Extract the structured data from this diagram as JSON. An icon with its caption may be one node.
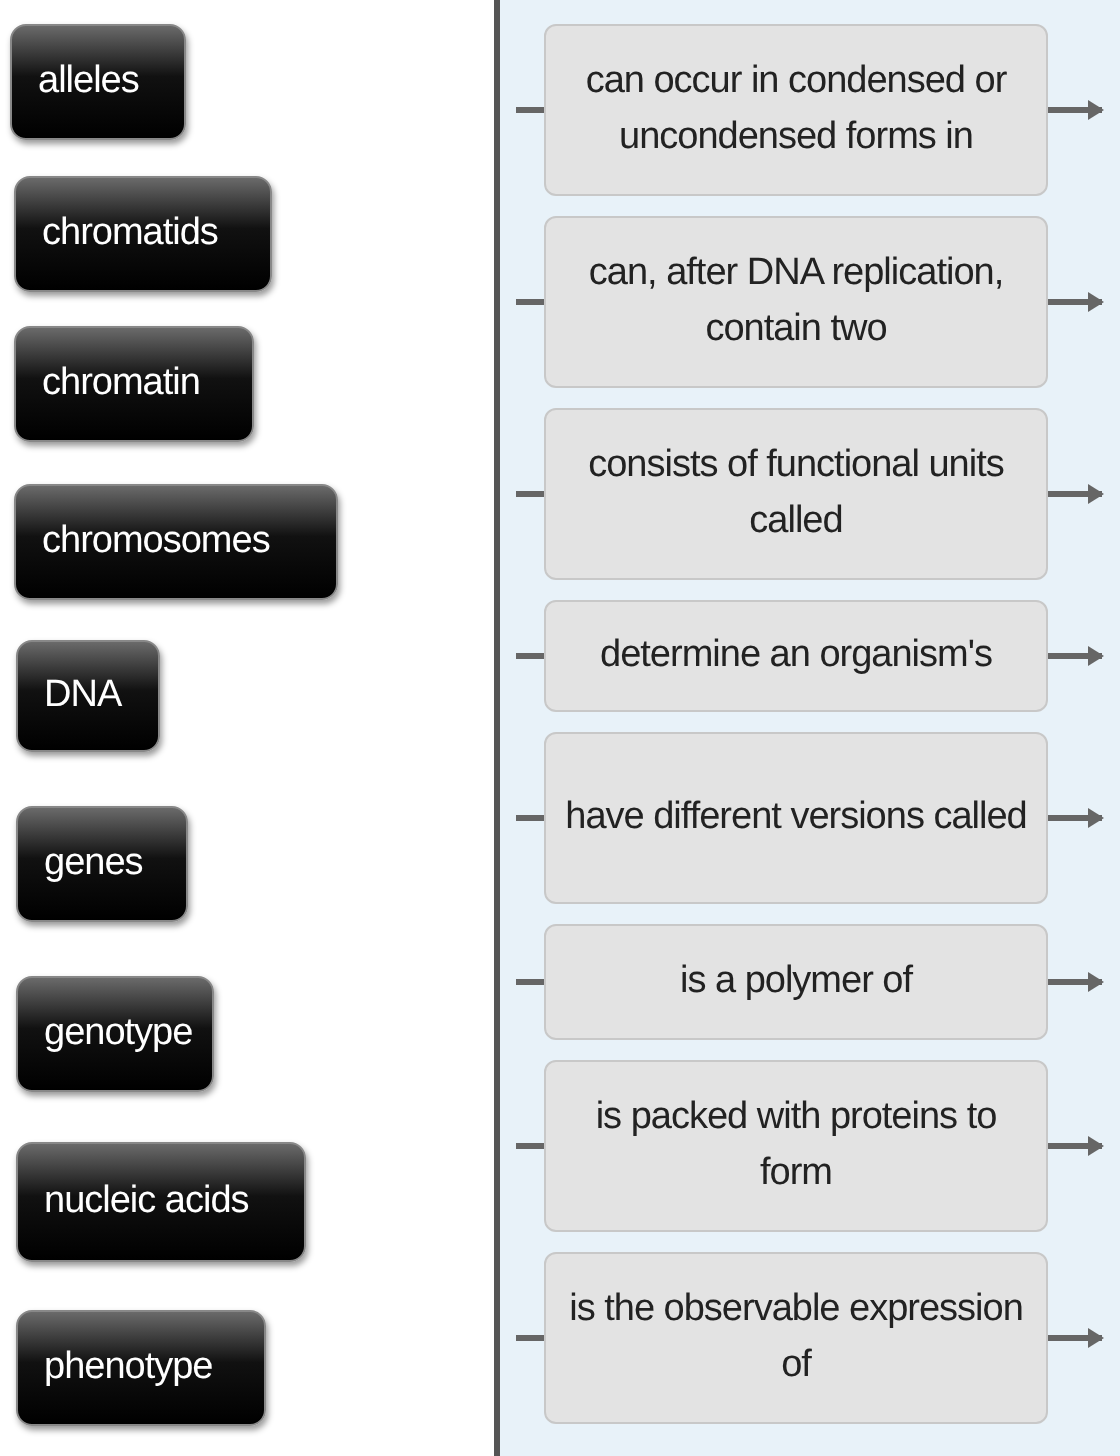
{
  "diagram": {
    "nodes": [
      {
        "text": [
          "alleles"
        ]
      },
      {
        "text": [
          "chromatids"
        ]
      },
      {
        "text": [
          "chromatin"
        ]
      },
      {
        "text": [
          "chromosomes"
        ]
      },
      {
        "text": [
          "DNA"
        ]
      },
      {
        "text": [
          "genes"
        ]
      },
      {
        "text": [
          "genotype"
        ]
      },
      {
        "text": [
          "nucleic acids"
        ]
      },
      {
        "text": [
          "phenotype"
        ]
      },
      {
        "text": [
          "can occur in condensed or uncondensed forms in"
        ]
      },
      {
        "text": [
          "can, after DNA replication, contain two"
        ]
      },
      {
        "text": [
          "consists of functional units called"
        ]
      },
      {
        "text": [
          "determine an organism's"
        ]
      },
      {
        "text": [
          "have different versions called"
        ]
      },
      {
        "text": [
          "is a polymer of"
        ]
      },
      {
        "text": [
          "is packed with proteins to form"
        ]
      },
      {
        "text": [
          "is the observable expression of"
        ]
      }
    ],
    "edges": [
      {
        "from": null,
        "to": 9,
        "arrow": "none"
      },
      {
        "from": 9,
        "to": null,
        "arrow": "to"
      },
      {
        "from": null,
        "to": 10,
        "arrow": "none"
      },
      {
        "from": 10,
        "to": null,
        "arrow": "to"
      },
      {
        "from": null,
        "to": 11,
        "arrow": "none"
      },
      {
        "from": 11,
        "to": null,
        "arrow": "to"
      },
      {
        "from": null,
        "to": 12,
        "arrow": "none"
      },
      {
        "from": 12,
        "to": null,
        "arrow": "to"
      },
      {
        "from": null,
        "to": 13,
        "arrow": "none"
      },
      {
        "from": 13,
        "to": null,
        "arrow": "to"
      },
      {
        "from": null,
        "to": 14,
        "arrow": "none"
      },
      {
        "from": 14,
        "to": null,
        "arrow": "to"
      },
      {
        "from": null,
        "to": 15,
        "arrow": "none"
      },
      {
        "from": 15,
        "to": null,
        "arrow": "to"
      },
      {
        "from": null,
        "to": 16,
        "arrow": "none"
      },
      {
        "from": 16,
        "to": null,
        "arrow": "to"
      }
    ]
  }
}
